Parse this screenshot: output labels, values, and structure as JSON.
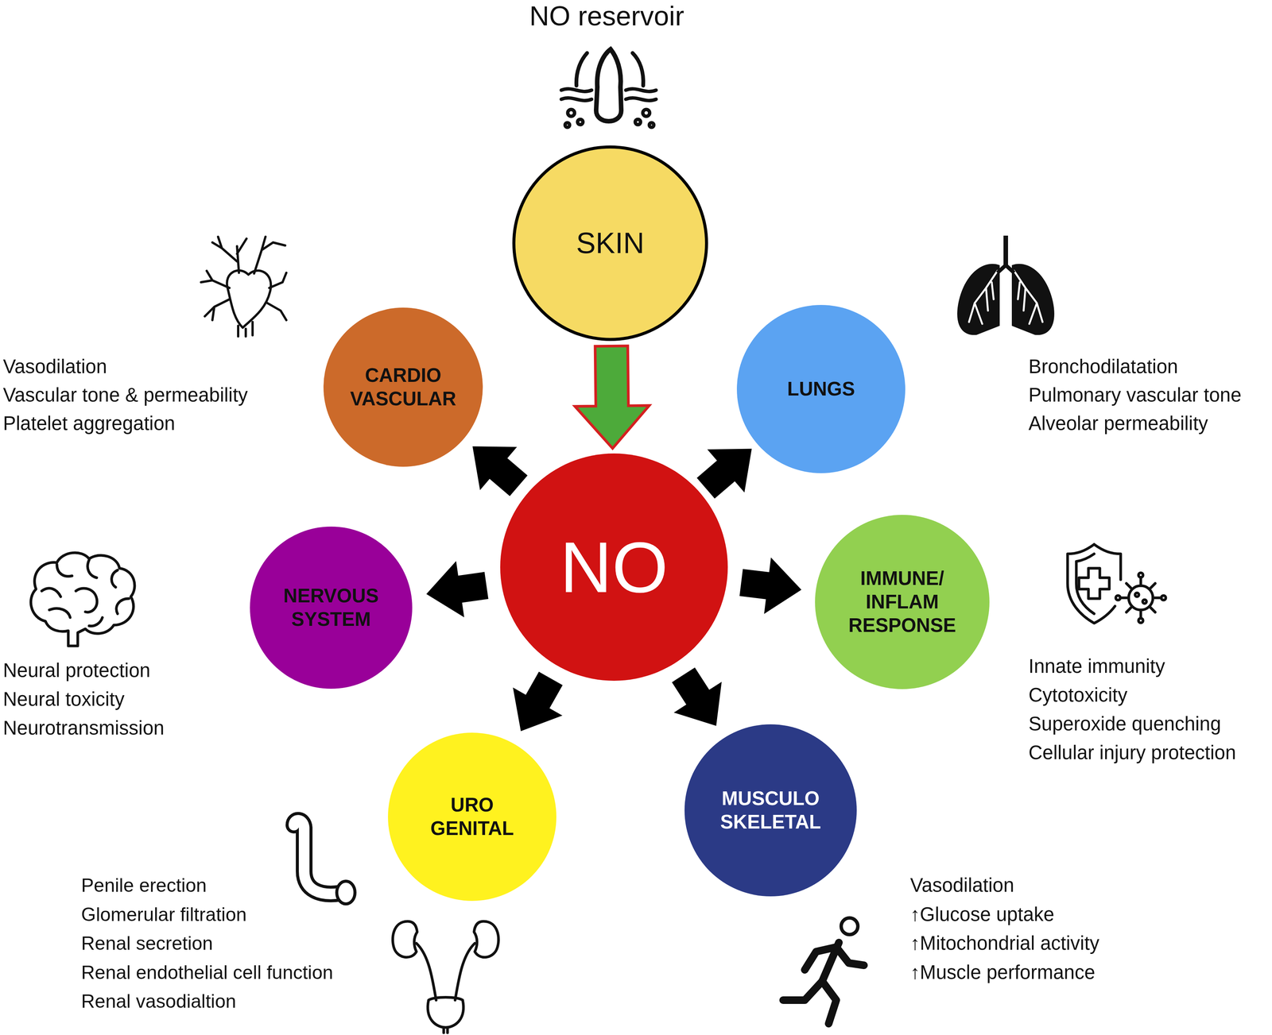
{
  "diagram": {
    "nodes": [
      {
        "text": [
          "SKIN"
        ]
      },
      {
        "text": [
          "CARDIO VASCULAR"
        ]
      },
      {
        "text": [
          "LUNGS"
        ]
      },
      {
        "text": [
          "NO"
        ]
      },
      {
        "text": [
          "NERVOUS SYSTEM"
        ]
      },
      {
        "text": [
          "IMMUNE/ INFLAM RESPONSE"
        ]
      },
      {
        "text": [
          "URO GENITAL"
        ]
      },
      {
        "text": [
          "MUSCULO SKELETAL"
        ]
      }
    ],
    "edges": [
      {
        "from": 0,
        "to": 3,
        "arrow": "to"
      },
      {
        "from": 3,
        "to": 1,
        "arrow": "to"
      },
      {
        "from": 3,
        "to": 2,
        "arrow": "to"
      },
      {
        "from": 3,
        "to": 4,
        "arrow": "to"
      },
      {
        "from": 3,
        "to": 5,
        "arrow": "to"
      },
      {
        "from": 3,
        "to": 6,
        "arrow": "to"
      },
      {
        "from": 3,
        "to": 7,
        "arrow": "to"
      }
    ],
    "labels": [
      "NO reservoir",
      "Vasodilation",
      "Vascular tone & permeability",
      "Platelet aggregation",
      "Bronchodilatation",
      "Pulmonary vascular tone",
      "Alveolar permeability",
      "Neural protection",
      "Neural toxicity",
      "Neurotransmission",
      "Innate immunity",
      "Cytotoxicity",
      "Superoxide quenching",
      "Cellular injury protection",
      "Penile erection",
      "Glomerular filtration",
      "Renal secretion",
      "Renal endothelial cell function",
      "Renal vasodialtion",
      "Vasodilation",
      "↑Glucose uptake",
      "↑Mitochondrial activity",
      "↑Muscle performance"
    ]
  }
}
